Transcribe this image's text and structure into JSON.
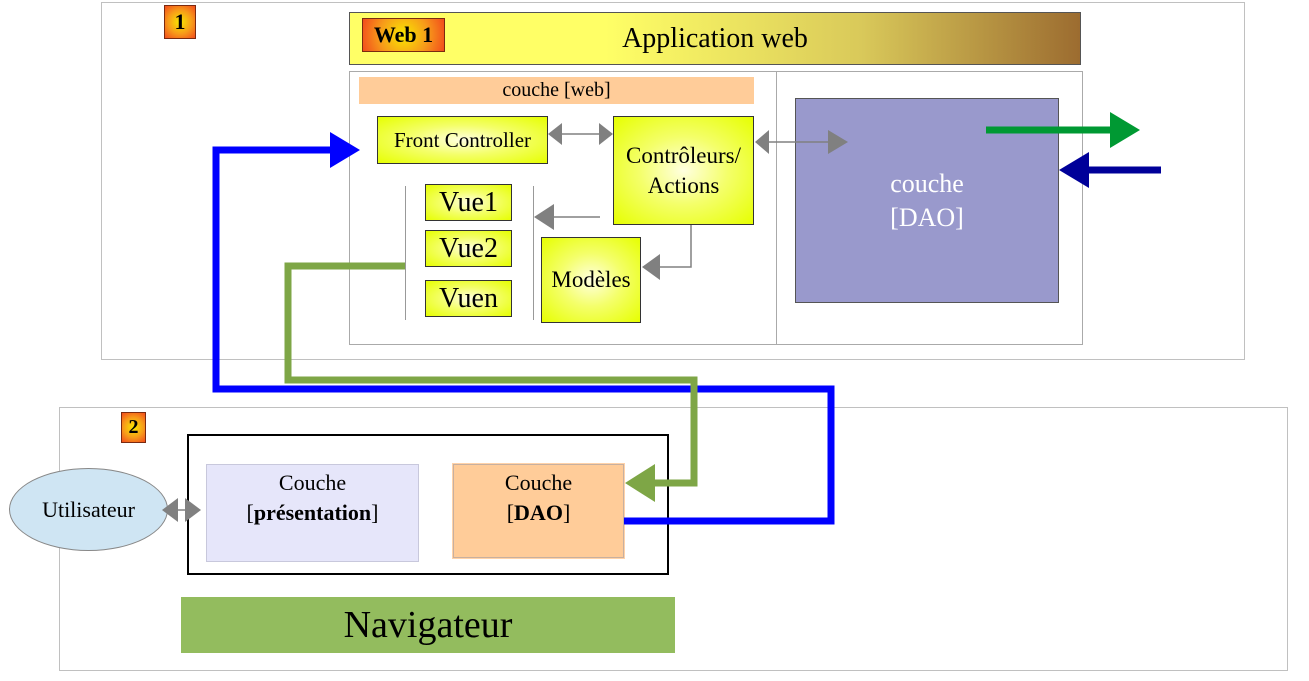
{
  "diagram": {
    "panel1": {
      "badge": "1",
      "app_badge": "Web 1",
      "app_title": "Application web",
      "web_layer_label": "couche [web]",
      "front_controller": "Front Controller",
      "controllers": "Contrôleurs/ Actions",
      "controllers_line1": "Contrôleurs/",
      "controllers_line2": "Actions",
      "views": [
        "Vue1",
        "Vue2",
        "Vuen"
      ],
      "models": "Modèles",
      "dao_line1": "couche",
      "dao_line2": "[DAO]"
    },
    "panel2": {
      "badge": "2",
      "user": "Utilisateur",
      "presentation_line1": "Couche",
      "presentation_bracket_open": "[",
      "presentation_bold": "présentation",
      "presentation_bracket_close": "]",
      "dao_line1": "Couche",
      "dao_bracket_open": "[",
      "dao_bold": "DAO",
      "dao_bracket_close": "]",
      "browser": "Navigateur"
    },
    "colors": {
      "request_arrow": "#0000ff",
      "response_arrow": "#7ea646",
      "dao_out_arrow": "#009933",
      "dao_in_arrow": "#000099",
      "internal_arrow": "#808080",
      "dao_box": "#9999cc",
      "browser_bar": "#93bc5e",
      "web_layer_bar": "#ffcc99",
      "presentation_box": "#e6e6fa",
      "client_dao_box": "#ffcc99",
      "user_ellipse": "#cfe5f3"
    }
  }
}
